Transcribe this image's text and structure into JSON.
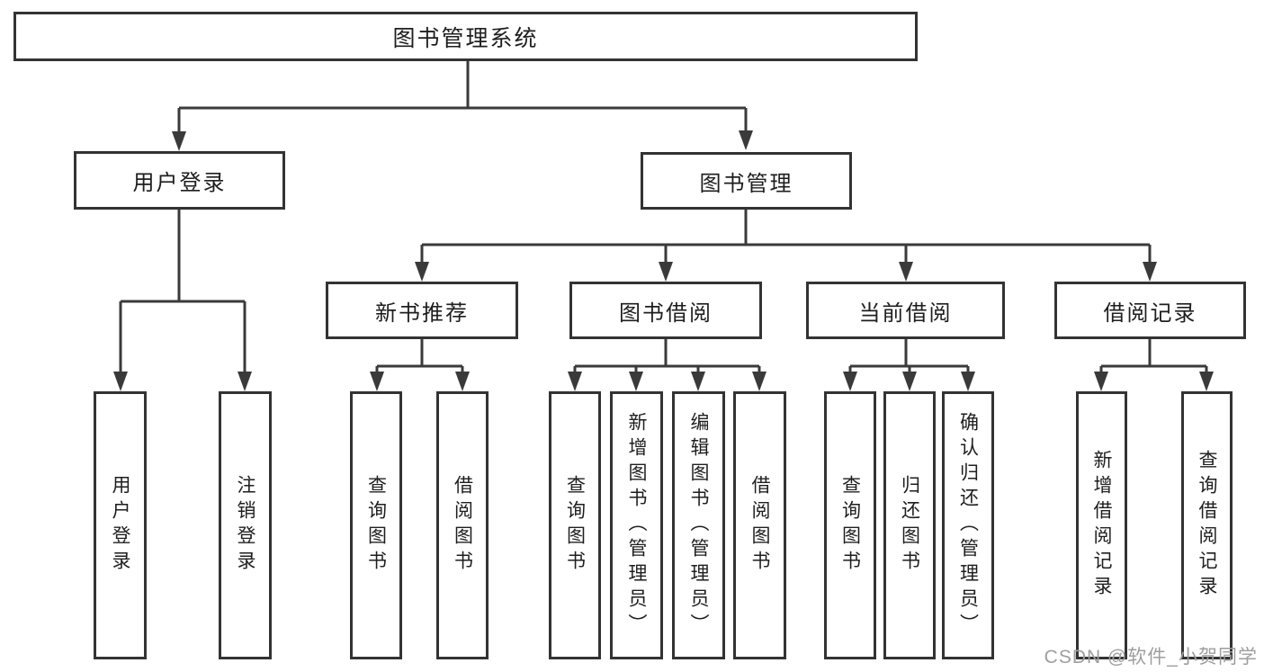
{
  "diagram": {
    "watermark": "CSDN @软件_小贺同学",
    "colors": {
      "background": "#ffffff",
      "box_border": "#333333",
      "connector_line": "#3a3a3a",
      "text": "#1e1e1e",
      "watermark_text": "#9e9e9e"
    },
    "tree": {
      "label": "图书管理系统",
      "children": [
        {
          "label": "用户登录",
          "children": [
            {
              "label": "用户登录"
            },
            {
              "label": "注销登录"
            }
          ]
        },
        {
          "label": "图书管理",
          "children": [
            {
              "label": "新书推荐",
              "children": [
                {
                  "label": "查询图书"
                },
                {
                  "label": "借阅图书"
                }
              ]
            },
            {
              "label": "图书借阅",
              "children": [
                {
                  "label": "查询图书"
                },
                {
                  "label": "新增图书（管理员）"
                },
                {
                  "label": "编辑图书（管理员）"
                },
                {
                  "label": "借阅图书"
                }
              ]
            },
            {
              "label": "当前借阅",
              "children": [
                {
                  "label": "查询图书"
                },
                {
                  "label": "归还图书"
                },
                {
                  "label": "确认归还（管理员）"
                }
              ]
            },
            {
              "label": "借阅记录",
              "children": [
                {
                  "label": "新增借阅记录"
                },
                {
                  "label": "查询借阅记录"
                }
              ]
            }
          ]
        }
      ]
    }
  }
}
